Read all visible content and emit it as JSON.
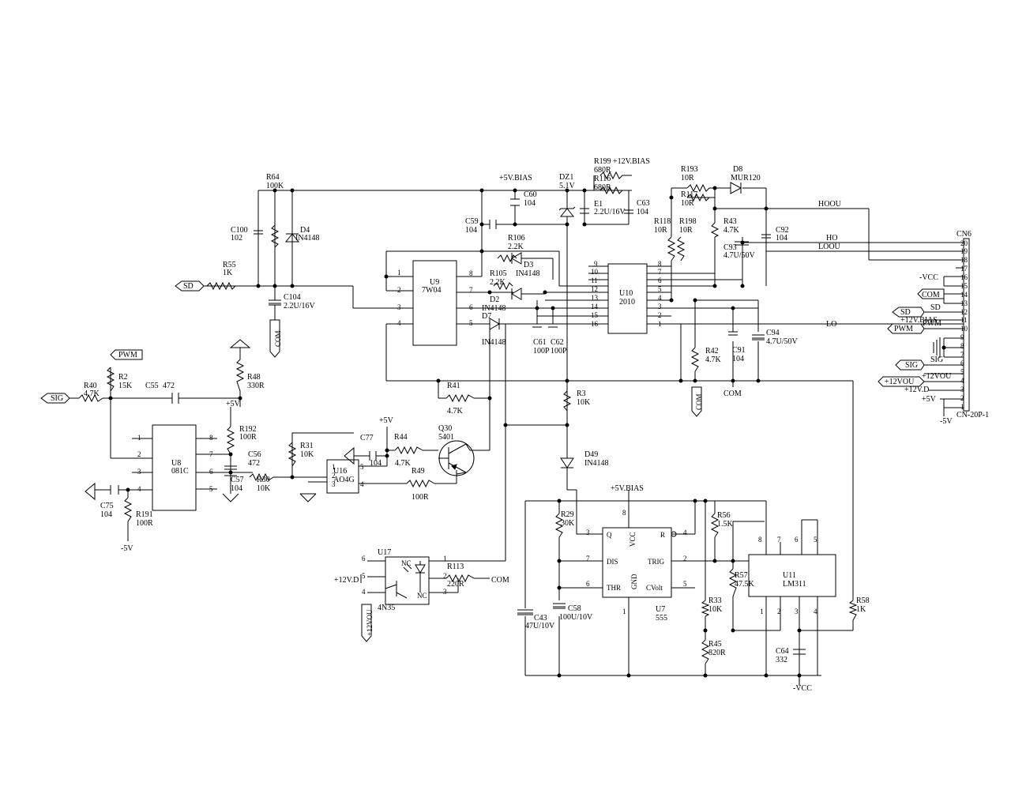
{
  "colors": {
    "line": "#000000",
    "background": "#ffffff"
  },
  "components": {
    "R64": "R64",
    "R64v": "100K",
    "C100": "C100",
    "C100v": "102",
    "D4": "D4",
    "D4v": "IN4148",
    "R55": "R55",
    "R55v": "1K",
    "C104": "C104",
    "C104v": "2.2U/16V",
    "U9": "U9",
    "U9v": "7W04",
    "R106": "R106",
    "R106v": "2.2K",
    "R105": "R105",
    "R105v": "2.2K",
    "D3": "D3",
    "D3v": "IN4148",
    "D2": "D2",
    "D2v": "IN4148",
    "D7": "D7",
    "D7v": "IN4148",
    "C59": "C59",
    "C59v": "104",
    "C60": "C60",
    "C60v": "104",
    "DZ1": "DZ1",
    "DZ1v": "5.1V",
    "plus5vbias1": "+5V.BIAS",
    "R199": "R199",
    "plus12vbias1": "+12V.BIAS",
    "R199v": "680R",
    "R116": "R116",
    "R116v": "680R",
    "E1": "E1",
    "E1v": "2.2U/16V",
    "C63": "C63",
    "C63v": "104",
    "C61": "C61",
    "C61v": "100P",
    "C62": "C62",
    "C62v": "100P",
    "U10": "U10",
    "U10v": "2010",
    "R193": "R193",
    "R193v": "10R",
    "R117": "R117",
    "R117v": "10R",
    "D8": "D8",
    "D8v": "MUR120",
    "R118": "R118",
    "R118v": "10R",
    "R198": "R198",
    "R198v": "10R",
    "R43": "R43",
    "R43v": "4.7K",
    "C93": "C93",
    "C93v": "4.7U/50V",
    "C92": "C92",
    "C92v": "104",
    "R42": "R42",
    "R42v": "4.7K",
    "C91": "C91",
    "C91v": "104",
    "C94": "C94",
    "C94v": "4.7U/50V",
    "R3": "R3",
    "R3v": "10K",
    "R41": "R41",
    "R41v": "4.7K",
    "R40": "R40",
    "R40v": "4.7K",
    "R2": "R2",
    "R2v": "15K",
    "C55": "C55",
    "C55v": "472",
    "R48": "R48",
    "R48v": "330R",
    "R192": "R192",
    "R192v": "100R",
    "C56": "C56",
    "C56v": "472",
    "C57": "C57",
    "C57v": "104",
    "U8": "U8",
    "U8v": "081C",
    "C75": "C75",
    "C75v": "104",
    "R191": "R191",
    "R191v": "100R",
    "R30": "R30",
    "R30v": "10K",
    "R31": "R31",
    "R31v": "10K",
    "U16": "U16",
    "U16v": "AO4G",
    "C77": "C77",
    "C77v": "104",
    "R44": "R44",
    "R44v": "4.7K",
    "R49": "R49",
    "R49v": "100R",
    "Q30": "Q30",
    "Q30v": "5401",
    "D49": "D49",
    "D49v": "IN4148",
    "U17": "U17",
    "U17v": "4N35",
    "R113": "R113",
    "R113v": "220R",
    "R29": "R29",
    "R29v": "30K",
    "C43": "C43",
    "C43v": "47U/10V",
    "C58": "C58",
    "C58v": "100U/10V",
    "U7": "U7",
    "U7v": "555",
    "R56": "R56",
    "R56v": "1.5K",
    "R57": "R57",
    "R57v": "47.5K",
    "R33": "R33",
    "R33v": "10K",
    "R45": "R45",
    "R45v": "820R",
    "C64": "C64",
    "C64v": "332",
    "U11": "U11",
    "U11v": "LM311",
    "R58": "R58",
    "R58v": "1K",
    "CN6": "CN6",
    "CN6v": "CN-20P-1"
  },
  "nets": {
    "SD": "SD",
    "COM": "COM",
    "PWM": "PWM",
    "SIG": "SIG",
    "plus5v": "+5V",
    "minus5v": "-5V",
    "minus5vb": "-5V",
    "plus5vbias": "+5V.BIAS",
    "minusVCC": "-VCC",
    "plus12VD": "+12V.D",
    "plus12VOU": "+12VOU",
    "HOOU": "HOOU",
    "HO": "HO",
    "LOOU": "LOOU",
    "LO": "LO",
    "NC": "NC"
  },
  "connector": {
    "pins": [
      "20",
      "19",
      "18",
      "17",
      "16",
      "15",
      "14",
      "13",
      "12",
      "11",
      "10",
      "9",
      "8",
      "7",
      "6",
      "5",
      "4",
      "3",
      "2",
      "1"
    ],
    "left_labels": {
      "minusVCC": "-VCC",
      "COM": "COM",
      "SD": "SD",
      "SD2": "SD",
      "plus12VBIAS": "+12V.BIAS",
      "PWM": "PWM",
      "PWM2": "PWM",
      "SIG": "SIG",
      "SIG2": "SIG",
      "plus12VOU": "+12VOU",
      "plus12VOU2": "+12VOU",
      "plus12VD": "+12V.D",
      "plus5V": "+5V",
      "minus5V": "-5V"
    }
  },
  "pins": {
    "u9": [
      "1",
      "2",
      "3",
      "4",
      "8",
      "7",
      "6",
      "5"
    ],
    "u10_left": [
      "9",
      "10",
      "11",
      "12",
      "13",
      "14",
      "15",
      "16"
    ],
    "u10_right": [
      "8",
      "7",
      "6",
      "5",
      "4",
      "3",
      "2",
      "1"
    ],
    "u8_left": [
      "1",
      "2",
      "3",
      "4"
    ],
    "u8_right": [
      "8",
      "7",
      "6",
      "5"
    ],
    "u16": [
      "1",
      "2",
      "3",
      "5",
      "4"
    ],
    "u17": [
      "6",
      "5",
      "4",
      "1",
      "2",
      "3"
    ],
    "u7": [
      "3",
      "7",
      "6",
      "8",
      "4",
      "2",
      "5",
      "1"
    ],
    "u7_labels": [
      "Q",
      "DIS",
      "THR",
      "VCC",
      "R",
      "TRIG",
      "CVolt",
      "GND"
    ],
    "u11_top": [
      "8",
      "7",
      "6",
      "5"
    ],
    "u11_bottom": [
      "1",
      "2",
      "3",
      "4"
    ]
  }
}
